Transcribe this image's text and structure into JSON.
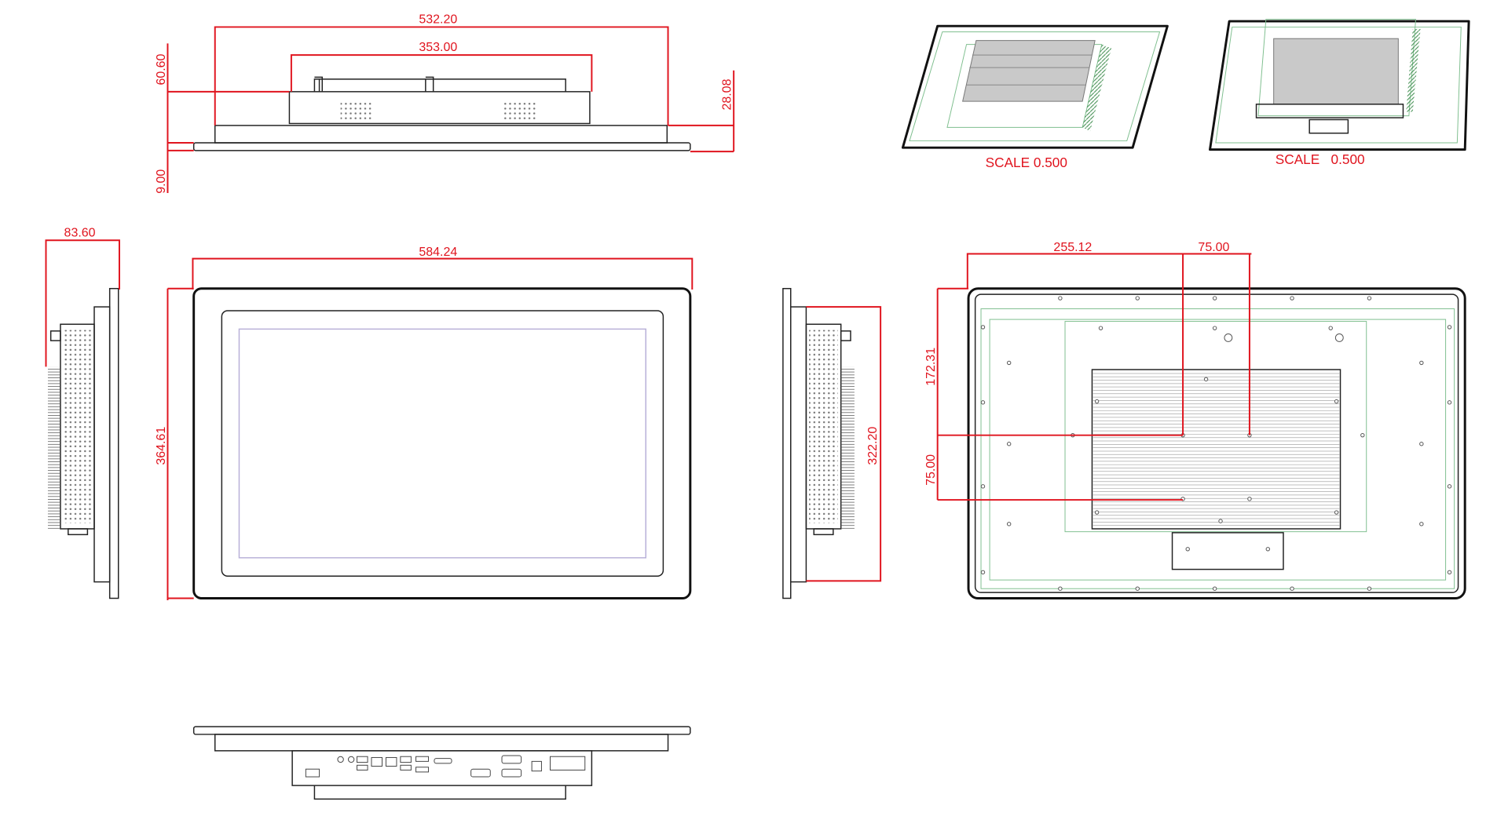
{
  "top_view": {
    "width_overall": "532.20",
    "width_box": "353.00",
    "depth_total": "60.60",
    "bezel": "9.00",
    "housing_depth": "28.08"
  },
  "front_view": {
    "width": "584.24",
    "height": "364.61"
  },
  "left_view": {
    "depth": "83.60"
  },
  "right_view": {
    "height": "322.20"
  },
  "back_view": {
    "offset_x": "255.12",
    "vesa_x": "75.00",
    "offset_y": "172.31",
    "vesa_y": "75.00"
  },
  "iso_views": [
    {
      "scale_label": "SCALE 0.500"
    },
    {
      "scale_label": "SCALE   0.500"
    }
  ],
  "colors": {
    "dimension": "#e0141e",
    "outline": "#222222",
    "hidden": "#7fbf8f"
  }
}
